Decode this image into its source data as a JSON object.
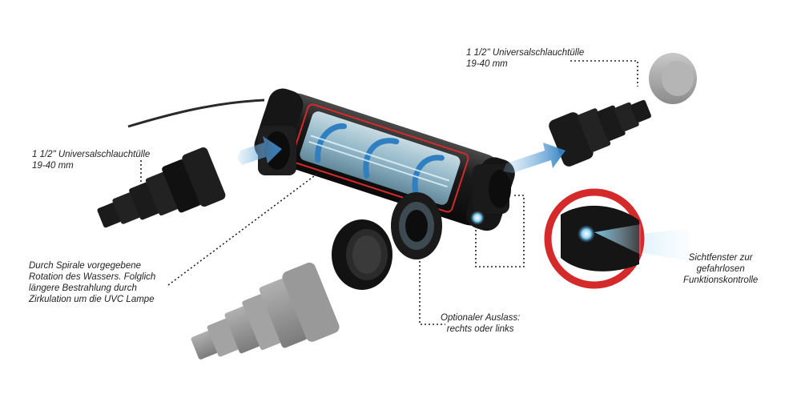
{
  "labels": {
    "inlet_hose": {
      "line1": "1 1/2\" Universalschlauchtülle",
      "line2": "19-40 mm"
    },
    "outlet_hose": {
      "line1": "1 1/2\" Universalschlauchtülle",
      "line2": "19-40 mm"
    },
    "spiral": {
      "line1": "Durch Spirale vorgegebene",
      "line2": "Rotation des Wassers. Folglich",
      "line3": "längere Bestrahlung durch",
      "line4": "Zirkulation um die UVC Lampe"
    },
    "optional_port": {
      "line1": "Optionaler Auslass:",
      "line2": "rechts oder links"
    },
    "sight_window": {
      "line1": "Sichtfenster zur",
      "line2": "gefahrlosen",
      "line3": "Funktionskontrolle"
    }
  },
  "colors": {
    "flow_arrow": "#2f7fc1",
    "housing": "#1b1b1b",
    "red_trim": "#d42a2a",
    "uv_glow": "#8fd6f5",
    "ghost_part": "#8a8a8a",
    "leader_line": "#222222"
  }
}
